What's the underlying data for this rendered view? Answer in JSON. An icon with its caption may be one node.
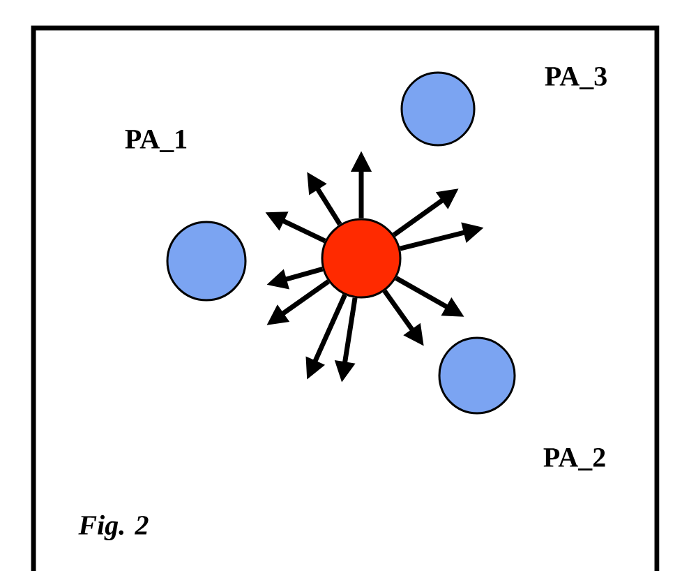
{
  "diagram": {
    "nodes": [
      {
        "text": [],
        "shape": "circle",
        "beside": [
          "PA_3"
        ]
      },
      {
        "text": [],
        "shape": "circle",
        "beside": [
          "PA_1"
        ]
      },
      {
        "text": [],
        "shape": "circle"
      },
      {
        "text": [],
        "shape": "circle",
        "beside": [
          "PA_2"
        ]
      }
    ],
    "edges": [
      {
        "from": 2,
        "to": null,
        "arrow": "to"
      },
      {
        "from": 2,
        "to": null,
        "arrow": "to"
      },
      {
        "from": 2,
        "to": null,
        "arrow": "to"
      },
      {
        "from": 2,
        "to": null,
        "arrow": "to"
      },
      {
        "from": 2,
        "to": null,
        "arrow": "to"
      },
      {
        "from": 2,
        "to": null,
        "arrow": "to"
      },
      {
        "from": 2,
        "to": null,
        "arrow": "to"
      },
      {
        "from": 2,
        "to": null,
        "arrow": "to"
      },
      {
        "from": 2,
        "to": null,
        "arrow": "to"
      },
      {
        "from": 2,
        "to": null,
        "arrow": "to"
      },
      {
        "from": 2,
        "to": null,
        "arrow": "to"
      }
    ],
    "labels": [
      "Fig. 2"
    ]
  }
}
